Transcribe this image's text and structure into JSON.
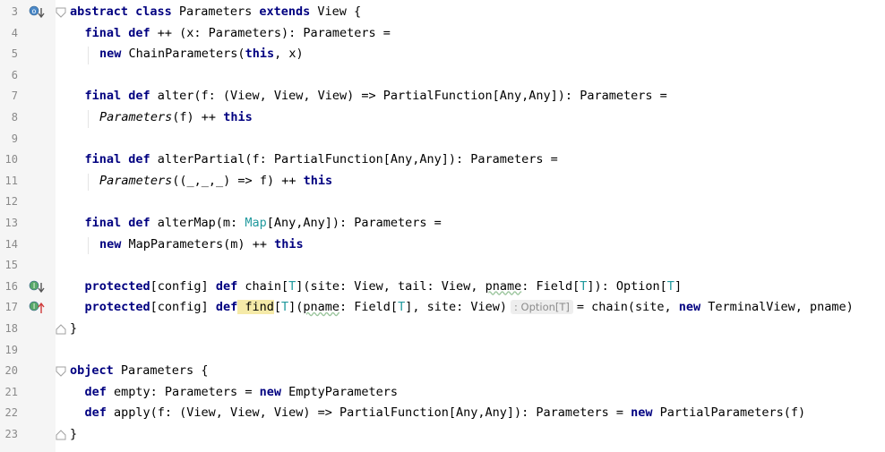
{
  "editor": {
    "hint_type": ": Option[T]",
    "lines": [
      {
        "n": "3",
        "ind": 0,
        "t": [
          [
            "kw",
            "abstract class"
          ],
          [
            "",
            "Parameters"
          ],
          [
            "kw",
            "extends"
          ],
          [
            "",
            "View {"
          ]
        ]
      },
      {
        "n": "4",
        "ind": 1,
        "t": [
          [
            "kw",
            "final def"
          ],
          [
            "",
            "++ (x: Parameters): Parameters ="
          ]
        ]
      },
      {
        "n": "5",
        "ind": 2,
        "t": [
          [
            "kw",
            "new"
          ],
          [
            "",
            "ChainParameters("
          ],
          [
            "kw",
            "this"
          ],
          [
            "",
            ", x)"
          ]
        ]
      },
      {
        "n": "6",
        "ind": 0,
        "t": []
      },
      {
        "n": "7",
        "ind": 1,
        "t": [
          [
            "kw",
            "final def"
          ],
          [
            "",
            "alter(f: (View, View, View) => PartialFunction[Any,Any]): Parameters ="
          ]
        ]
      },
      {
        "n": "8",
        "ind": 2,
        "t": [
          [
            "it",
            "Parameters"
          ],
          [
            "",
            "(f) ++ "
          ],
          [
            "kw",
            "this"
          ]
        ]
      },
      {
        "n": "9",
        "ind": 0,
        "t": []
      },
      {
        "n": "10",
        "ind": 1,
        "t": [
          [
            "kw",
            "final def"
          ],
          [
            "",
            "alterPartial(f: PartialFunction[Any,Any]): Parameters ="
          ]
        ]
      },
      {
        "n": "11",
        "ind": 2,
        "t": [
          [
            "it",
            "Parameters"
          ],
          [
            "",
            "((_,_,_) => f) ++ "
          ],
          [
            "kw",
            "this"
          ]
        ]
      },
      {
        "n": "12",
        "ind": 0,
        "t": []
      },
      {
        "n": "13",
        "ind": 1,
        "t": [
          [
            "kw",
            "final def"
          ],
          [
            "",
            "alterMap(m: "
          ],
          [
            "ty",
            "Map"
          ],
          [
            "",
            "[Any,Any]): Parameters ="
          ]
        ]
      },
      {
        "n": "14",
        "ind": 2,
        "t": [
          [
            "kw",
            "new"
          ],
          [
            "",
            "MapParameters(m) ++ "
          ],
          [
            "kw",
            "this"
          ]
        ]
      },
      {
        "n": "15",
        "ind": 0,
        "t": []
      },
      {
        "n": "16",
        "ind": 1,
        "t": [
          [
            "kw",
            "protected"
          ],
          [
            "",
            "[config] "
          ],
          [
            "kw",
            "def"
          ],
          [
            "",
            "chain["
          ],
          [
            "ty",
            "T"
          ],
          [
            "",
            "](site: View, tail: View, "
          ],
          [
            "sq",
            "pname"
          ],
          [
            "",
            ": Field["
          ],
          [
            "ty",
            "T"
          ],
          [
            "",
            "]): Option["
          ],
          [
            "ty",
            "T"
          ],
          [
            "",
            "]"
          ]
        ]
      },
      {
        "n": "17",
        "ind": 1,
        "t": [
          [
            "kw",
            "protected"
          ],
          [
            "",
            "[config] "
          ],
          [
            "kw",
            "def"
          ],
          [
            "hl",
            "find"
          ],
          [
            "",
            "["
          ],
          [
            "ty",
            "T"
          ],
          [
            "",
            "]("
          ],
          [
            "sq",
            "pname"
          ],
          [
            "",
            ": Field["
          ],
          [
            "ty",
            "T"
          ],
          [
            "",
            "], site: View)"
          ],
          [
            "hint",
            ""
          ],
          [
            "",
            "= chain(site, "
          ],
          [
            "kw",
            "new"
          ],
          [
            "",
            "TerminalView, pname)"
          ]
        ]
      },
      {
        "n": "18",
        "ind": 0,
        "t": [
          [
            "",
            "}"
          ]
        ]
      },
      {
        "n": "19",
        "ind": 0,
        "t": []
      },
      {
        "n": "20",
        "ind": 0,
        "t": [
          [
            "kw",
            "object"
          ],
          [
            "",
            "Parameters {"
          ]
        ]
      },
      {
        "n": "21",
        "ind": 1,
        "t": [
          [
            "kw",
            "def"
          ],
          [
            "",
            "empty: Parameters = "
          ],
          [
            "kw",
            "new"
          ],
          [
            "",
            "EmptyParameters"
          ]
        ]
      },
      {
        "n": "22",
        "ind": 1,
        "t": [
          [
            "kw",
            "def"
          ],
          [
            "",
            "apply(f: (View, View, View) => PartialFunction[Any,Any]): Parameters = "
          ],
          [
            "kw",
            "new"
          ],
          [
            "",
            "PartialParameters(f)"
          ]
        ]
      },
      {
        "n": "23",
        "ind": 0,
        "t": [
          [
            "",
            "}"
          ]
        ]
      }
    ]
  },
  "icons": {
    "line3": "override-indicator-icon",
    "line16": "implemented-indicator-icon",
    "line17": "implementing-indicator-icon"
  },
  "colors": {
    "keyword": "#000080",
    "type_param": "#20999d",
    "highlight": "#f5eaa8",
    "gutter": "#f5f5f5"
  }
}
